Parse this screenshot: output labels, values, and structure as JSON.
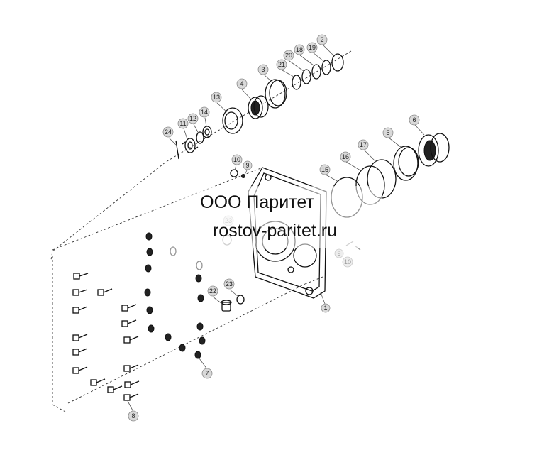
{
  "diagram": {
    "callouts": [
      "1",
      "2",
      "3",
      "4",
      "5",
      "6",
      "7",
      "8",
      "9",
      "10",
      "11",
      "12",
      "13",
      "14",
      "15",
      "16",
      "17",
      "18",
      "19",
      "20",
      "21",
      "22",
      "23",
      "24"
    ],
    "ghost_callouts": [
      "23",
      "9",
      "10"
    ]
  },
  "watermark": {
    "line1": "ООО Паритет",
    "line2": "rostov-paritet.ru"
  },
  "colors": {
    "callout_fill": "#d9d9d9",
    "line": "#111111",
    "background": "#ffffff"
  }
}
